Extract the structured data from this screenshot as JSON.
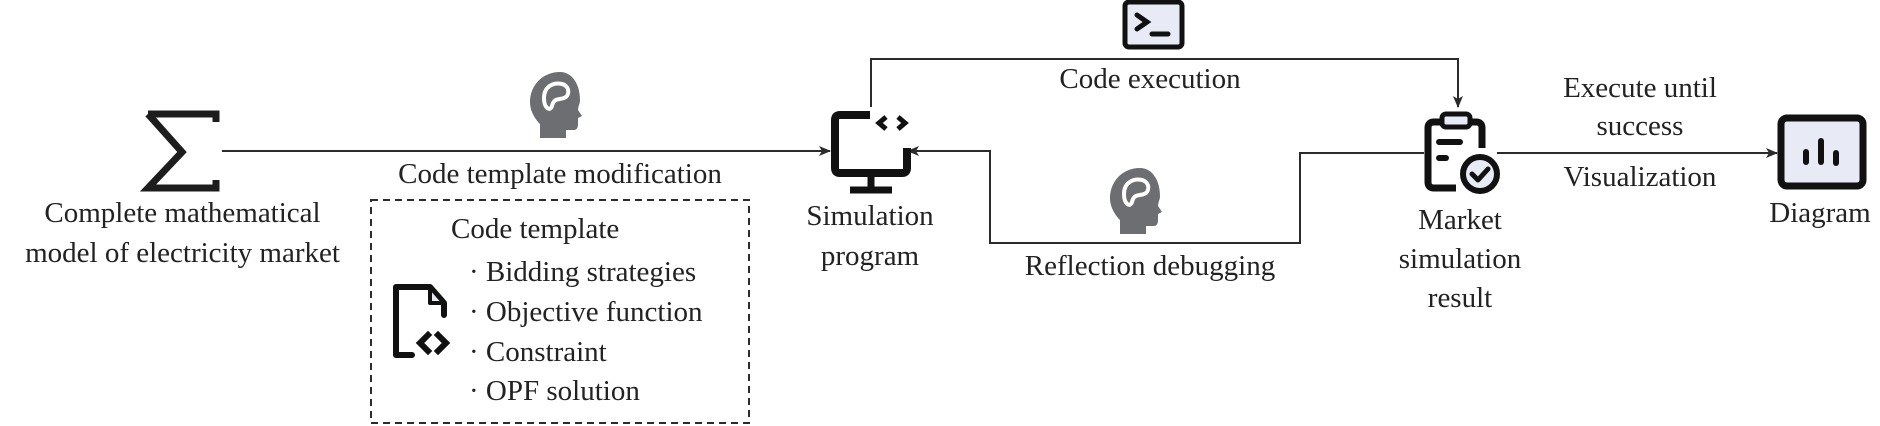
{
  "nodes": {
    "math_model": {
      "label_line1": "Complete mathematical",
      "label_line2": "model of electricity market",
      "icon": "sigma-icon"
    },
    "simulation_program": {
      "label_line1": "Simulation",
      "label_line2": "program",
      "icon": "monitor-code-icon"
    },
    "market_result": {
      "label_line1": "Market",
      "label_line2": "simulation",
      "label_line3": "result",
      "icon": "clipboard-check-icon"
    },
    "diagram": {
      "label": "Diagram",
      "icon": "bar-chart-icon"
    }
  },
  "edges": {
    "code_template_modification": {
      "label": "Code template modification",
      "icon": "brain-head-icon"
    },
    "code_execution": {
      "label": "Code execution",
      "icon": "terminal-icon"
    },
    "reflection_debugging": {
      "label": "Reflection debugging",
      "icon": "brain-head-icon"
    },
    "visualization": {
      "label_top1": "Execute until",
      "label_top2": "success",
      "label_bottom": "Visualization"
    }
  },
  "code_template_box": {
    "title": "Code template",
    "icon": "file-code-icon",
    "items": [
      "· Bidding strategies",
      "· Objective function",
      "· Constraint",
      "· OPF solution"
    ]
  },
  "colors": {
    "line": "#2b2b2b",
    "icon_fill": "#e8ebf6",
    "brain_gray": "#6d6e71"
  }
}
